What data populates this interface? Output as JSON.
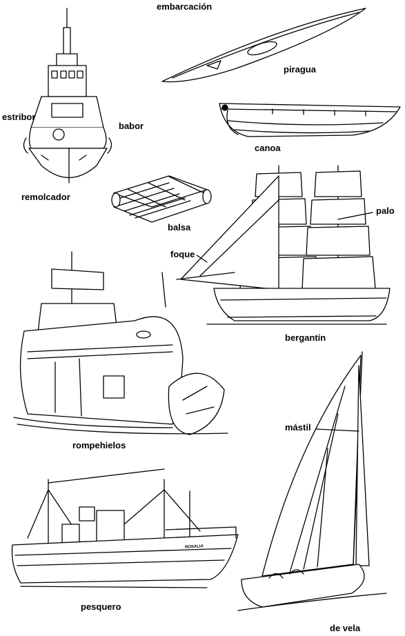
{
  "title": "embarcación",
  "labels": {
    "estribor": "estribor",
    "babor": "babor",
    "remolcador": "remolcador",
    "piragua": "piragua",
    "canoa": "canoa",
    "balsa": "balsa",
    "palo": "palo",
    "foque": "foque",
    "bergantin": "bergantín",
    "rompehielos": "rompehielos",
    "mastil": "mástil",
    "pesquero": "pesquero",
    "de_vela": "de vela"
  },
  "boat_name": "ROSALIA"
}
